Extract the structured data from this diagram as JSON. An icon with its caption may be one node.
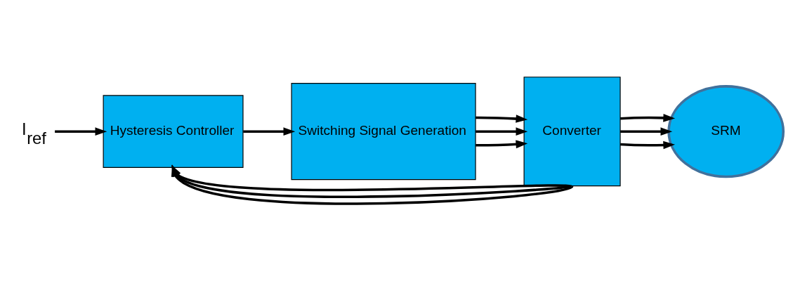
{
  "diagram": {
    "nodes": [
      {
        "text": [
          "I$_{ref}$"
        ]
      },
      {
        "text": [
          "Hysteresis Controller"
        ]
      },
      {
        "text": [
          "Switching Signal Generation"
        ]
      },
      {
        "text": [
          "Converter"
        ]
      },
      {
        "text": [
          "SRM"
        ]
      }
    ],
    "edges": [
      {
        "from": 0,
        "to": 1,
        "arrow": "to"
      },
      {
        "from": 1,
        "to": 2,
        "arrow": "to"
      },
      {
        "from": 2,
        "to": 3,
        "arrow": "to"
      },
      {
        "from": 2,
        "to": 3,
        "arrow": "to"
      },
      {
        "from": 2,
        "to": 3,
        "arrow": "to"
      },
      {
        "from": 3,
        "to": 4,
        "arrow": "to"
      },
      {
        "from": 3,
        "to": 4,
        "arrow": "to"
      },
      {
        "from": 3,
        "to": 4,
        "arrow": "to"
      },
      {
        "from": 3,
        "to": 1,
        "arrow": "to"
      },
      {
        "from": 3,
        "to": 1,
        "arrow": "to"
      },
      {
        "from": 3,
        "to": 1,
        "arrow": "to"
      }
    ]
  }
}
